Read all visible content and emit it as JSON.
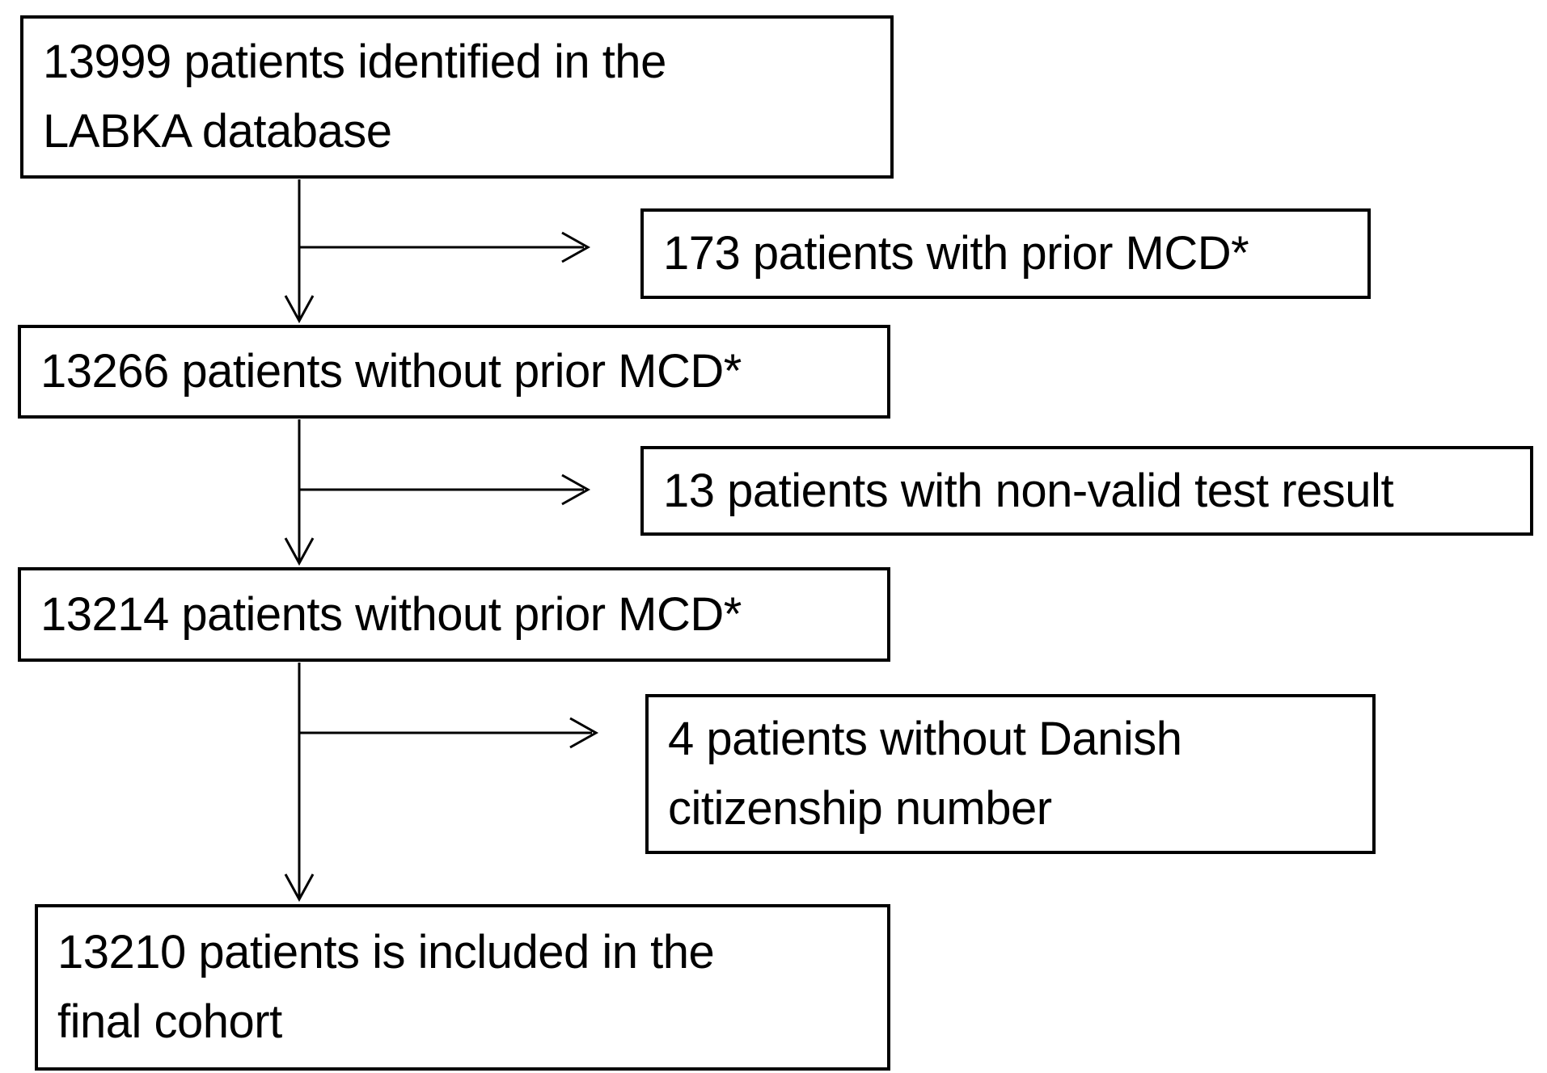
{
  "figure": {
    "type": "flowchart",
    "background_color": "#ffffff",
    "line_color": "#000000",
    "text_color": "#000000",
    "boxes": {
      "source": {
        "lines": [
          "13999 patients identified in the",
          "LABKA database"
        ]
      },
      "excluded_prior_mcd": {
        "lines": [
          "173 patients with prior MCD*"
        ]
      },
      "without_prior_mcd_1": {
        "lines": [
          "13266 patients without prior MCD*"
        ]
      },
      "excluded_nonvalid_test": {
        "lines": [
          "13 patients with non-valid test result"
        ]
      },
      "without_prior_mcd_2": {
        "lines": [
          "13214 patients without prior MCD*"
        ]
      },
      "excluded_no_citizenship": {
        "lines": [
          "4 patients without Danish",
          "citizenship number"
        ]
      },
      "final_cohort": {
        "lines": [
          "13210 patients is included in the",
          "final cohort"
        ]
      }
    },
    "edges": [
      {
        "from": "source",
        "to": "without_prior_mcd_1",
        "style": "arrow-down"
      },
      {
        "from": "source",
        "to": "excluded_prior_mcd",
        "style": "arrow-right-branch"
      },
      {
        "from": "without_prior_mcd_1",
        "to": "without_prior_mcd_2",
        "style": "arrow-down"
      },
      {
        "from": "without_prior_mcd_1",
        "to": "excluded_nonvalid_test",
        "style": "arrow-right-branch"
      },
      {
        "from": "without_prior_mcd_2",
        "to": "final_cohort",
        "style": "arrow-down"
      },
      {
        "from": "without_prior_mcd_2",
        "to": "excluded_no_citizenship",
        "style": "arrow-right-branch"
      }
    ]
  }
}
